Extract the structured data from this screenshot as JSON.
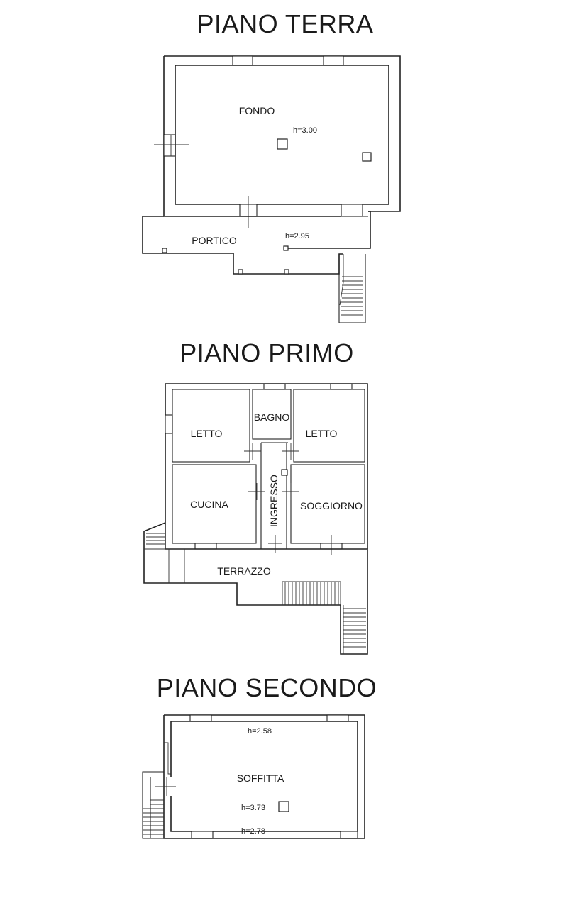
{
  "floors": [
    {
      "title": "PIANO TERRA",
      "rooms": [
        "FONDO",
        "PORTICO"
      ],
      "heights": [
        "h=3.00",
        "h=2.95"
      ]
    },
    {
      "title": "PIANO PRIMO",
      "rooms": [
        "LETTO",
        "BAGNO",
        "LETTO",
        "CUCINA",
        "INGRESSO",
        "SOGGIORNO",
        "TERRAZZO"
      ]
    },
    {
      "title": "PIANO SECONDO",
      "rooms": [
        "SOFFITTA"
      ],
      "heights": [
        "h=2.58",
        "h=3.73",
        "h=2.78"
      ]
    }
  ]
}
